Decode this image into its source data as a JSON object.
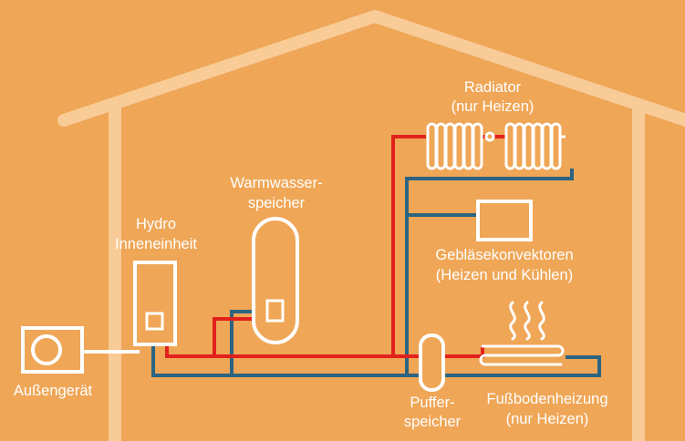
{
  "colors": {
    "background": "#EFA656",
    "house": "#F8CB97",
    "component": "#FFFFFF",
    "supply_pipe": "#E2211C",
    "return_pipe": "#2C6482"
  },
  "labels": {
    "outdoor_unit": "Außengerät",
    "hydro_unit_line1": "Hydro",
    "hydro_unit_line2": "Inneneinheit",
    "hot_water_line1": "Warmwasser-",
    "hot_water_line2": "speicher",
    "radiator_line1": "Radiator",
    "radiator_line2": "(nur Heizen)",
    "fan_coil_line1": "Gebläsekonvektoren",
    "fan_coil_line2": "(Heizen und Kühlen)",
    "buffer_line1": "Puffer-",
    "buffer_line2": "speicher",
    "floor_heating_line1": "Fußbodenheizung",
    "floor_heating_line2": "(nur Heizen)"
  }
}
